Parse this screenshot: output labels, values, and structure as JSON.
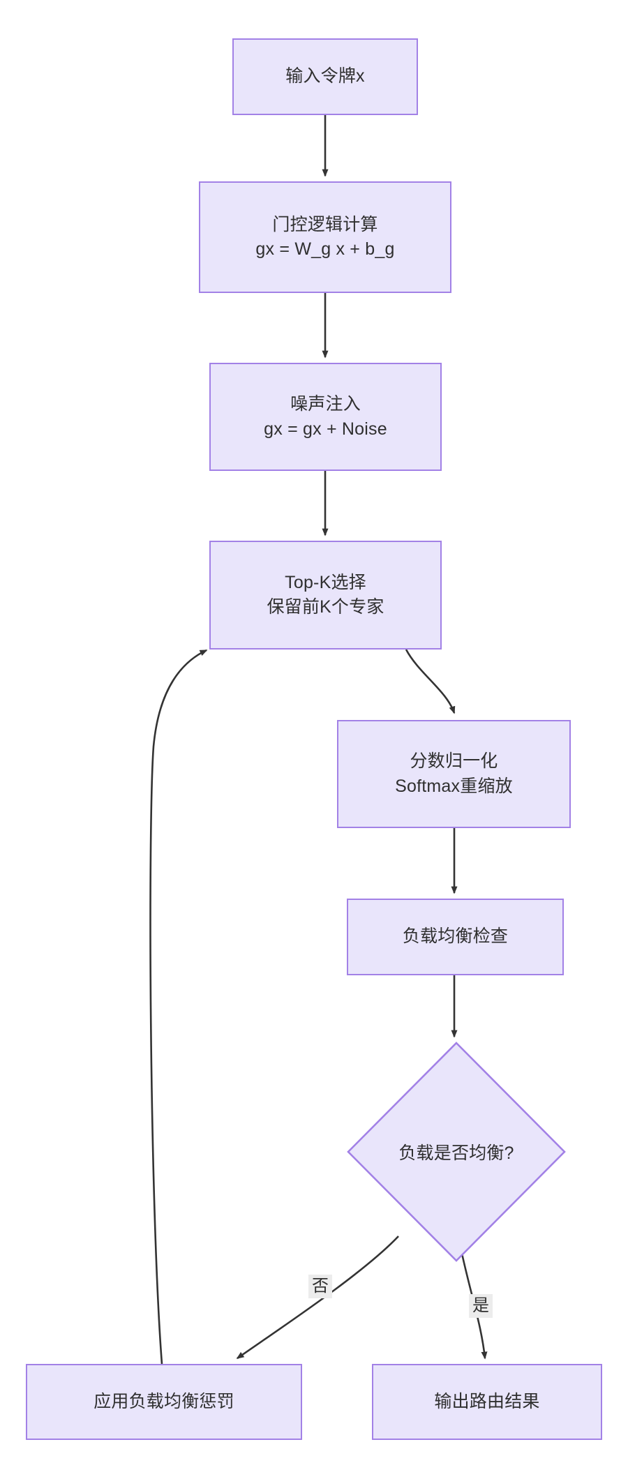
{
  "diagram": {
    "type": "flowchart",
    "direction": "top-to-bottom",
    "title_text": "",
    "colors": {
      "node_fill": "#e9e5fb",
      "node_border": "#a281e6",
      "text": "#2f2f2f",
      "edge_stroke": "#333333",
      "edge_label_bg": "#ececec",
      "background": "#ffffff"
    },
    "nodes": [
      {
        "id": "input",
        "shape": "rectangle",
        "line1": "输入令牌x",
        "line2": ""
      },
      {
        "id": "gating",
        "shape": "rectangle",
        "line1": "门控逻辑计算",
        "line2": "gx = W_g x + b_g"
      },
      {
        "id": "noise",
        "shape": "rectangle",
        "line1": "噪声注入",
        "line2": "gx = gx + Noise"
      },
      {
        "id": "topk",
        "shape": "rectangle",
        "line1": "Top-K选择",
        "line2": "保留前K个专家"
      },
      {
        "id": "softmax",
        "shape": "rectangle",
        "line1": "分数归一化",
        "line2": "Softmax重缩放"
      },
      {
        "id": "loadcheck",
        "shape": "rectangle",
        "line1": "负载均衡检查",
        "line2": ""
      },
      {
        "id": "decision",
        "shape": "diamond",
        "line1": "负载是否均衡?",
        "line2": ""
      },
      {
        "id": "penalty",
        "shape": "rectangle",
        "line1": "应用负载均衡惩罚",
        "line2": ""
      },
      {
        "id": "output",
        "shape": "rectangle",
        "line1": "输出路由结果",
        "line2": ""
      }
    ],
    "edges": [
      {
        "from": "input",
        "to": "gating",
        "label": ""
      },
      {
        "from": "gating",
        "to": "noise",
        "label": ""
      },
      {
        "from": "noise",
        "to": "topk",
        "label": ""
      },
      {
        "from": "topk",
        "to": "softmax",
        "label": ""
      },
      {
        "from": "softmax",
        "to": "loadcheck",
        "label": ""
      },
      {
        "from": "loadcheck",
        "to": "decision",
        "label": ""
      },
      {
        "from": "decision",
        "to": "penalty",
        "label": "否"
      },
      {
        "from": "decision",
        "to": "output",
        "label": "是"
      },
      {
        "from": "penalty",
        "to": "topk",
        "label": ""
      }
    ],
    "edge_labels": {
      "no": "否",
      "yes": "是"
    }
  }
}
